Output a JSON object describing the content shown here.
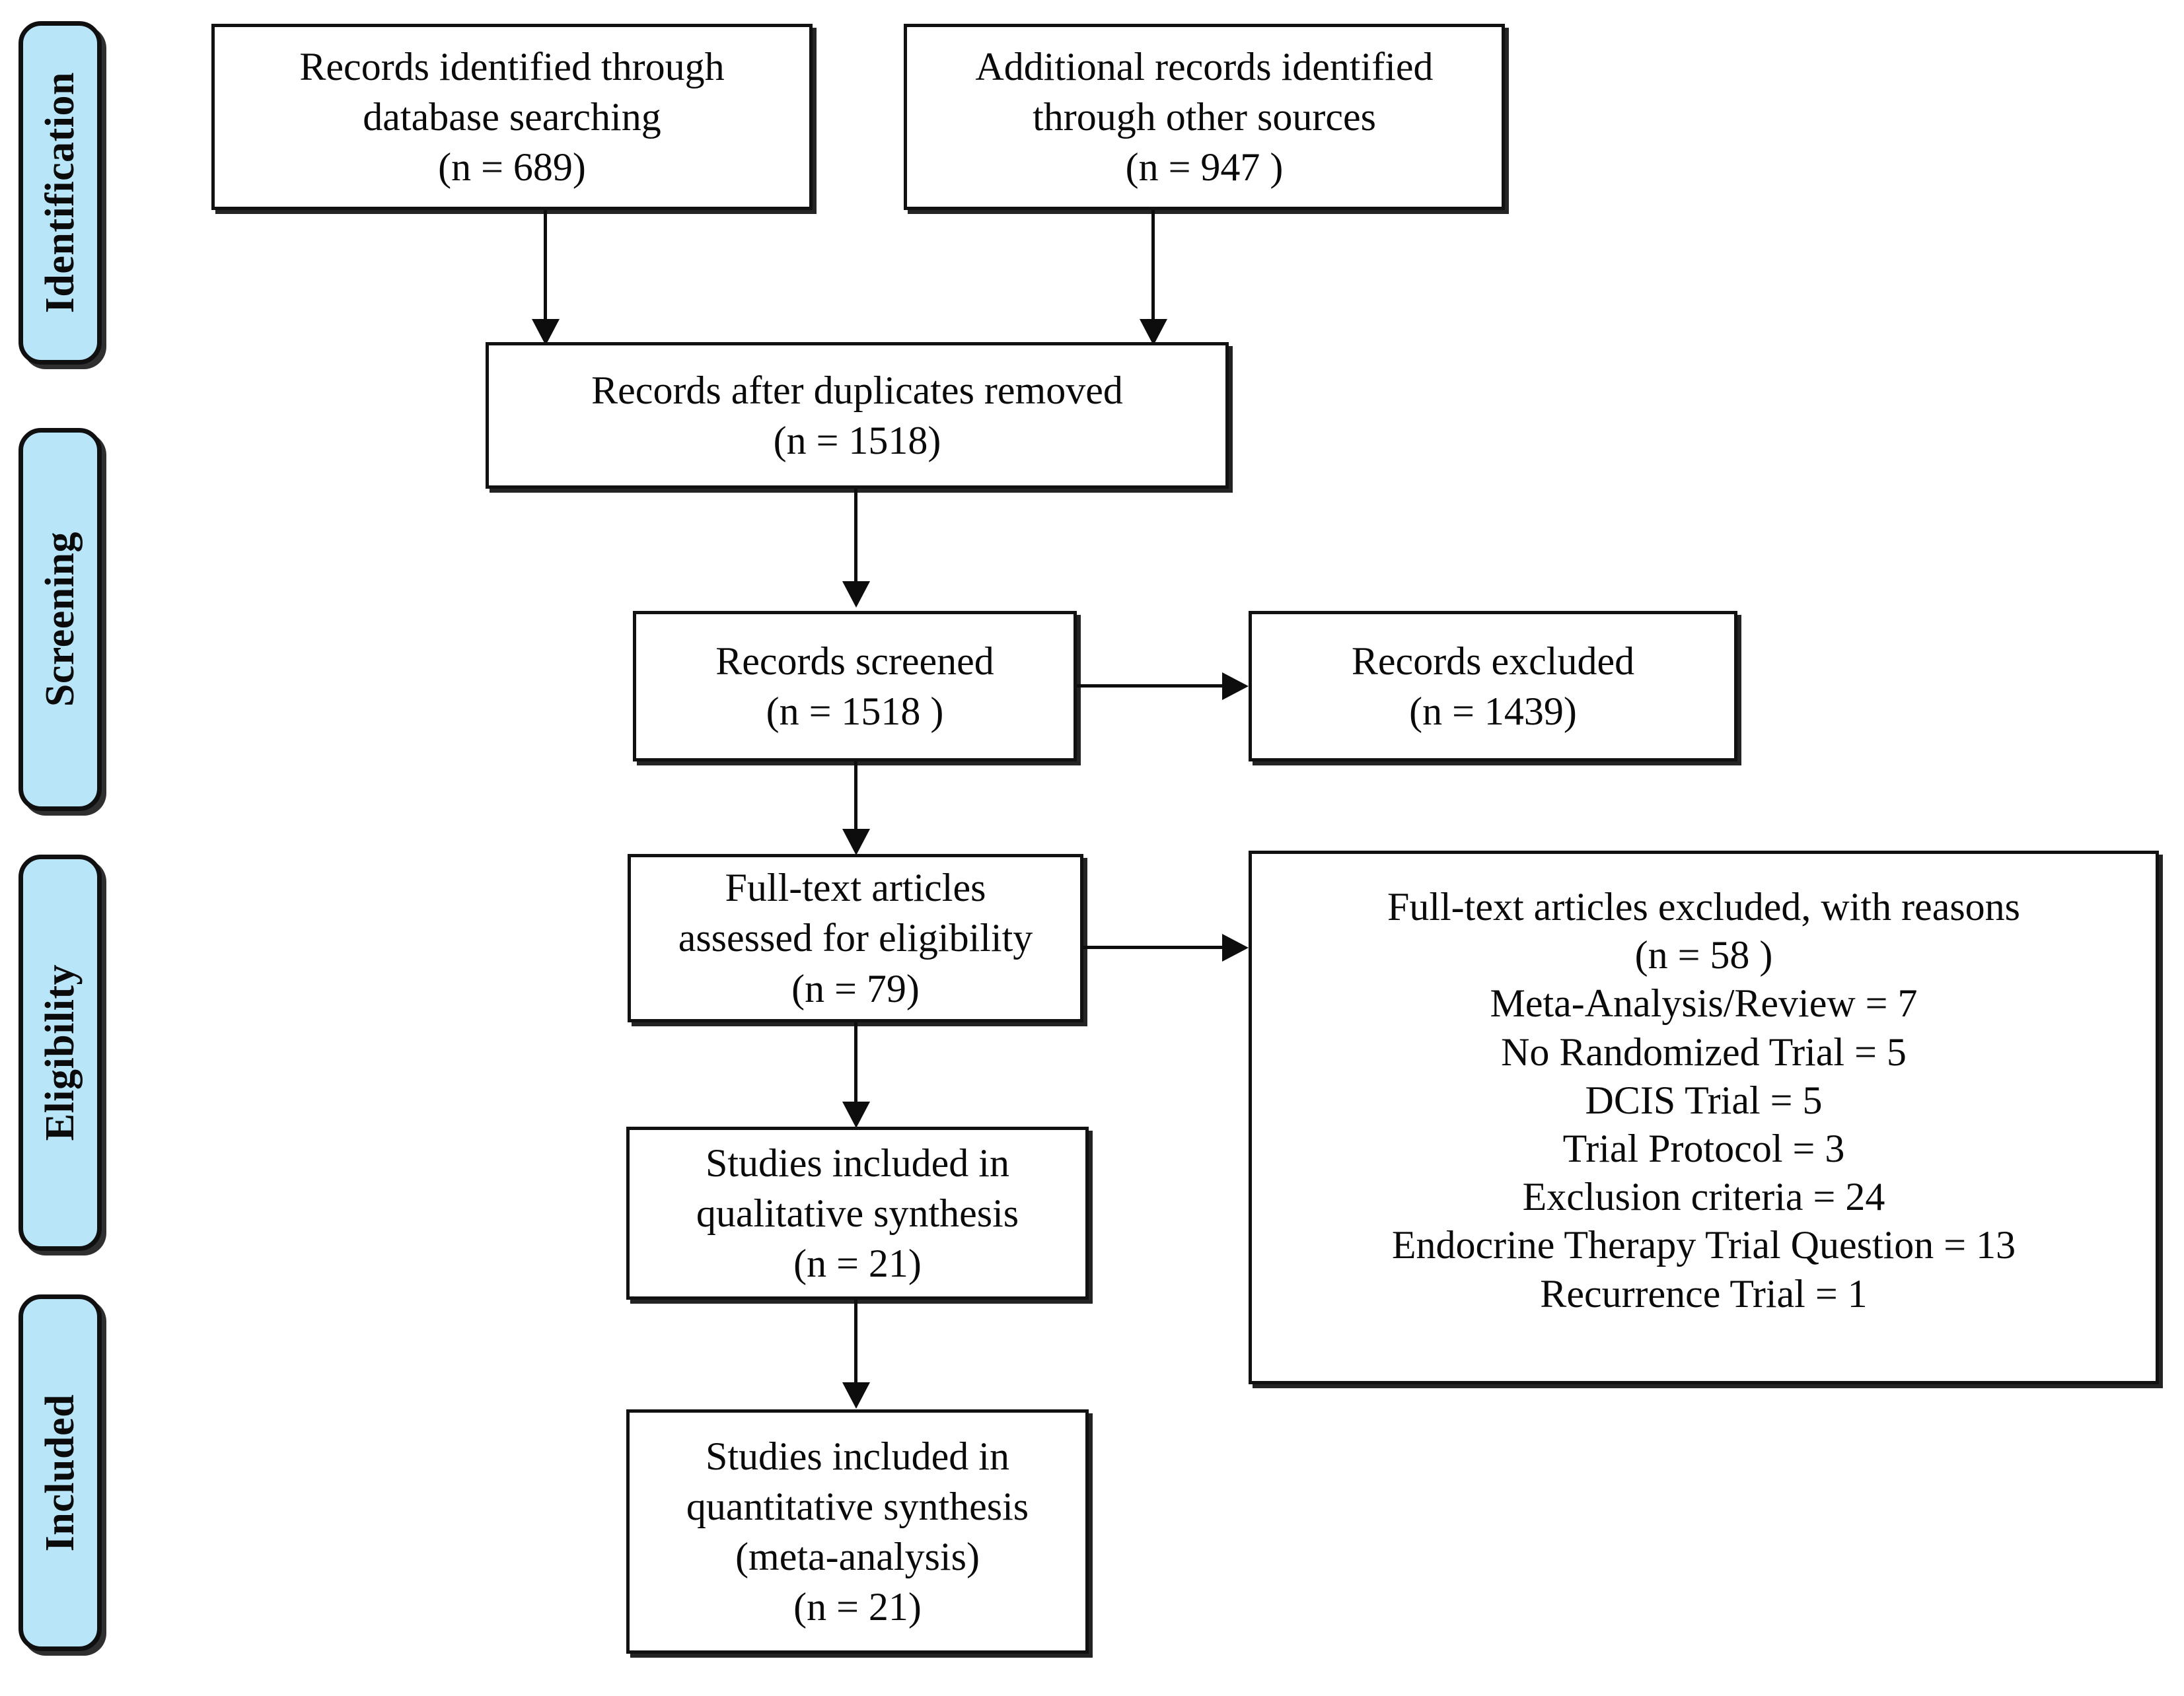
{
  "diagram": {
    "type": "prisma-flow-diagram",
    "accent_color": "#b9e5f9",
    "line_color": "#0d0d0d",
    "background": "#ffffff"
  },
  "stages": [
    {
      "label": "Identification"
    },
    {
      "label": "Screening"
    },
    {
      "label": "Eligibility"
    },
    {
      "label": "Included"
    }
  ],
  "boxes": {
    "db_search": {
      "lines": [
        "Records identified through",
        "database searching",
        "(n = 689)"
      ]
    },
    "other_sources": {
      "lines": [
        "Additional records identified",
        "through other sources",
        "(n = 947 )"
      ]
    },
    "duplicates_removed": {
      "lines": [
        "Records after duplicates removed",
        "(n = 1518)"
      ]
    },
    "records_screened": {
      "lines": [
        "Records screened",
        "(n = 1518 )"
      ]
    },
    "records_excluded": {
      "lines": [
        "Records excluded",
        "(n = 1439)"
      ]
    },
    "fulltext_assessed": {
      "lines": [
        "Full-text articles",
        "assessed for eligibility",
        "(n = 79)"
      ]
    },
    "fulltext_excluded": {
      "lines": [
        "Full-text articles excluded, with reasons",
        "(n = 58 )",
        "Meta-Analysis/Review = 7",
        "No Randomized Trial = 5",
        "DCIS Trial = 5",
        "Trial Protocol = 3",
        "Exclusion criteria = 24",
        "Endocrine Therapy Trial Question = 13",
        "Recurrence Trial = 1"
      ]
    },
    "qualitative_synthesis": {
      "lines": [
        "Studies included in",
        "qualitative synthesis",
        "(n = 21)"
      ]
    },
    "quantitative_synthesis": {
      "lines": [
        "Studies included in",
        "quantitative synthesis",
        "(meta-analysis)",
        "(n = 21)"
      ]
    }
  },
  "chart_data": {
    "type": "table",
    "title": "PRISMA Flow Diagram",
    "nodes": [
      {
        "id": "db_search",
        "label": "Records identified through database searching",
        "n": 689,
        "stage": "Identification"
      },
      {
        "id": "other_sources",
        "label": "Additional records identified through other sources",
        "n": 947,
        "stage": "Identification"
      },
      {
        "id": "duplicates_removed",
        "label": "Records after duplicates removed",
        "n": 1518,
        "stage": "Identification"
      },
      {
        "id": "records_screened",
        "label": "Records screened",
        "n": 1518,
        "stage": "Screening"
      },
      {
        "id": "records_excluded",
        "label": "Records excluded",
        "n": 1439,
        "stage": "Screening"
      },
      {
        "id": "fulltext_assessed",
        "label": "Full-text articles assessed for eligibility",
        "n": 79,
        "stage": "Eligibility"
      },
      {
        "id": "fulltext_excluded",
        "label": "Full-text articles excluded, with reasons",
        "n": 58,
        "stage": "Eligibility"
      },
      {
        "id": "qualitative_synthesis",
        "label": "Studies included in qualitative synthesis",
        "n": 21,
        "stage": "Eligibility"
      },
      {
        "id": "quantitative_synthesis",
        "label": "Studies included in quantitative synthesis (meta-analysis)",
        "n": 21,
        "stage": "Included"
      }
    ],
    "exclusion_reasons": [
      {
        "reason": "Meta-Analysis/Review",
        "count": 7
      },
      {
        "reason": "No Randomized Trial",
        "count": 5
      },
      {
        "reason": "DCIS Trial",
        "count": 5
      },
      {
        "reason": "Trial Protocol",
        "count": 3
      },
      {
        "reason": "Exclusion criteria",
        "count": 24
      },
      {
        "reason": "Endocrine Therapy Trial Question",
        "count": 13
      },
      {
        "reason": "Recurrence Trial",
        "count": 1
      }
    ],
    "edges": [
      {
        "from": "db_search",
        "to": "duplicates_removed"
      },
      {
        "from": "other_sources",
        "to": "duplicates_removed"
      },
      {
        "from": "duplicates_removed",
        "to": "records_screened"
      },
      {
        "from": "records_screened",
        "to": "records_excluded"
      },
      {
        "from": "records_screened",
        "to": "fulltext_assessed"
      },
      {
        "from": "fulltext_assessed",
        "to": "fulltext_excluded"
      },
      {
        "from": "fulltext_assessed",
        "to": "qualitative_synthesis"
      },
      {
        "from": "qualitative_synthesis",
        "to": "quantitative_synthesis"
      }
    ]
  }
}
